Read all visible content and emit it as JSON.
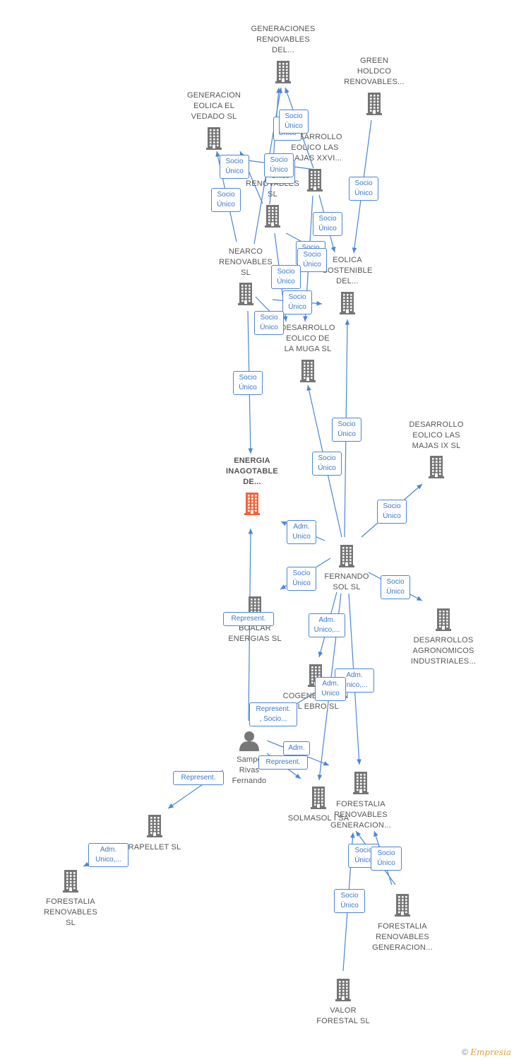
{
  "nodes": [
    {
      "id": "gen_renov_del",
      "type": "company",
      "label": "GENERACIONES\nRENOVABLES\nDEL..."
    },
    {
      "id": "green_holdco",
      "type": "company",
      "label": "GREEN\nHOLDCO\nRENOVABLES..."
    },
    {
      "id": "gen_eolica_vedado",
      "type": "company",
      "label": "GENERACION\nEOLICA EL\nVEDADO SL"
    },
    {
      "id": "des_majas_xxvi",
      "type": "company",
      "label": "DESARROLLO\nEOLICO LAS\nMAJAS XXVI..."
    },
    {
      "id": "mus_renovables",
      "type": "company",
      "label": "MUS\nRENOVABLES\nSL"
    },
    {
      "id": "nearco",
      "type": "company",
      "label": "NEARCO\nRENOVABLES\nSL"
    },
    {
      "id": "eolica_sostenible",
      "type": "company",
      "label": "EOLICA\nSOSTENIBLE\nDEL..."
    },
    {
      "id": "des_la_muga",
      "type": "company",
      "label": "DESARROLLO\nEOLICO DE\nLA MUGA SL"
    },
    {
      "id": "des_majas_ix",
      "type": "company",
      "label": "DESARROLLO\nEOLICO LAS\nMAJAS IX  SL"
    },
    {
      "id": "energia_inagotable",
      "type": "company-main",
      "label": "ENERGIA\nINAGOTABLE\nDE..."
    },
    {
      "id": "fernando_sol",
      "type": "company",
      "label": "FERNANDO\nSOL SL"
    },
    {
      "id": "boalar",
      "type": "company",
      "label": "BOALAR\nENERGIAS  SL"
    },
    {
      "id": "des_agronomicos",
      "type": "company",
      "label": "DESARROLLOS\nAGRONOMICOS\nINDUSTRIALES..."
    },
    {
      "id": "cogeneracion_ebro",
      "type": "company",
      "label": "COGENERACION\nEL EBRO  SL"
    },
    {
      "id": "sampe",
      "type": "person",
      "label": "Sampe\nRivas\nFernando"
    },
    {
      "id": "forestalia_gen_a",
      "type": "company",
      "label": "FORESTALIA\nRENOVABLES\nGENERACION..."
    },
    {
      "id": "solmasol",
      "type": "company",
      "label": "SOLMASOL I SA"
    },
    {
      "id": "rapellet",
      "type": "company",
      "label": "RAPELLET  SL"
    },
    {
      "id": "forestalia_sl",
      "type": "company",
      "label": "FORESTALIA\nRENOVABLES\nSL"
    },
    {
      "id": "forestalia_gen_b",
      "type": "company",
      "label": "FORESTALIA\nRENOVABLES\nGENERACION..."
    },
    {
      "id": "valor_forestal",
      "type": "company",
      "label": "VALOR\nFORESTAL SL"
    }
  ],
  "edges": [
    {
      "from": "des_majas_xxvi",
      "to": "gen_renov_del",
      "label": "Socio\nÚnico"
    },
    {
      "from": "mus_renovables",
      "to": "gen_renov_del",
      "label": "Socio\nÚnico"
    },
    {
      "from": "nearco",
      "to": "gen_renov_del",
      "label": "Socio\nÚnico"
    },
    {
      "from": "green_holdco",
      "to": "eolica_sostenible",
      "label": "Socio\nÚnico"
    },
    {
      "from": "mus_renovables",
      "to": "gen_eolica_vedado",
      "label": "Socio\nÚnico"
    },
    {
      "from": "nearco",
      "to": "gen_eolica_vedado",
      "label": "Socio\nÚnico"
    },
    {
      "from": "des_majas_xxvi",
      "to": "gen_eolica_vedado",
      "label": "Socio\nÚnico"
    },
    {
      "from": "des_majas_xxvi",
      "to": "eolica_sostenible",
      "label": "Socio\nÚnico"
    },
    {
      "from": "des_majas_xxvi",
      "to": "des_la_muga",
      "label": "Socio\nÚnico"
    },
    {
      "from": "mus_renovables",
      "to": "eolica_sostenible",
      "label": "Socio\nÚnico"
    },
    {
      "from": "mus_renovables",
      "to": "des_la_muga",
      "label": "Socio\nÚnico"
    },
    {
      "from": "nearco",
      "to": "eolica_sostenible",
      "label": "Socio\nÚnico"
    },
    {
      "from": "nearco",
      "to": "des_la_muga",
      "label": "Socio\nÚnico"
    },
    {
      "from": "nearco",
      "to": "energia_inagotable",
      "label": "Socio\nÚnico"
    },
    {
      "from": "fernando_sol",
      "to": "eolica_sostenible",
      "label": "Socio\nÚnico"
    },
    {
      "from": "fernando_sol",
      "to": "des_la_muga",
      "label": "Socio\nÚnico"
    },
    {
      "from": "fernando_sol",
      "to": "des_majas_ix",
      "label": "Socio\nÚnico"
    },
    {
      "from": "fernando_sol",
      "to": "energia_inagotable",
      "label": "Adm.\nUnico"
    },
    {
      "from": "fernando_sol",
      "to": "boalar",
      "label": "Socio\nÚnico"
    },
    {
      "from": "fernando_sol",
      "to": "des_agronomicos",
      "label": "Socio\nÚnico"
    },
    {
      "from": "fernando_sol",
      "to": "cogeneracion_ebro",
      "label": "Adm.\nUnico,..."
    },
    {
      "from": "fernando_sol",
      "to": "forestalia_gen_a",
      "label": "Adm.\nUnico,..."
    },
    {
      "from": "fernando_sol",
      "to": "solmasol",
      "label": "Adm.\nUnico"
    },
    {
      "from": "sampe",
      "to": "energia_inagotable",
      "label": "Represent."
    },
    {
      "from": "sampe",
      "to": "fernando_sol",
      "label": "Represent.\n, Socio..."
    },
    {
      "from": "sampe",
      "to": "forestalia_gen_a",
      "label": "Adm."
    },
    {
      "from": "sampe",
      "to": "solmasol",
      "label": "Represent."
    },
    {
      "from": "sampe",
      "to": "rapellet",
      "label": "Represent."
    },
    {
      "from": "rapellet",
      "to": "forestalia_sl",
      "label": "Adm.\nUnico,..."
    },
    {
      "from": "forestalia_gen_b",
      "to": "forestalia_gen_a",
      "label": "Socio\nÚnico"
    },
    {
      "from": "valor_forestal",
      "to": "forestalia_gen_a",
      "label": "Socio\nÚnico"
    },
    {
      "from": "forestalia_gen_b",
      "to": "forestalia_gen_a",
      "label": "Socio\nÚnico"
    }
  ],
  "colors": {
    "edge": "#4a86d4",
    "company_icon": "#757575",
    "main_icon": "#f0643c",
    "person_icon": "#777777",
    "label_text": "#555555"
  },
  "icons": {
    "company": "building-icon",
    "person": "person-icon"
  },
  "brand": {
    "copyright": "©",
    "name": "Empresia"
  }
}
